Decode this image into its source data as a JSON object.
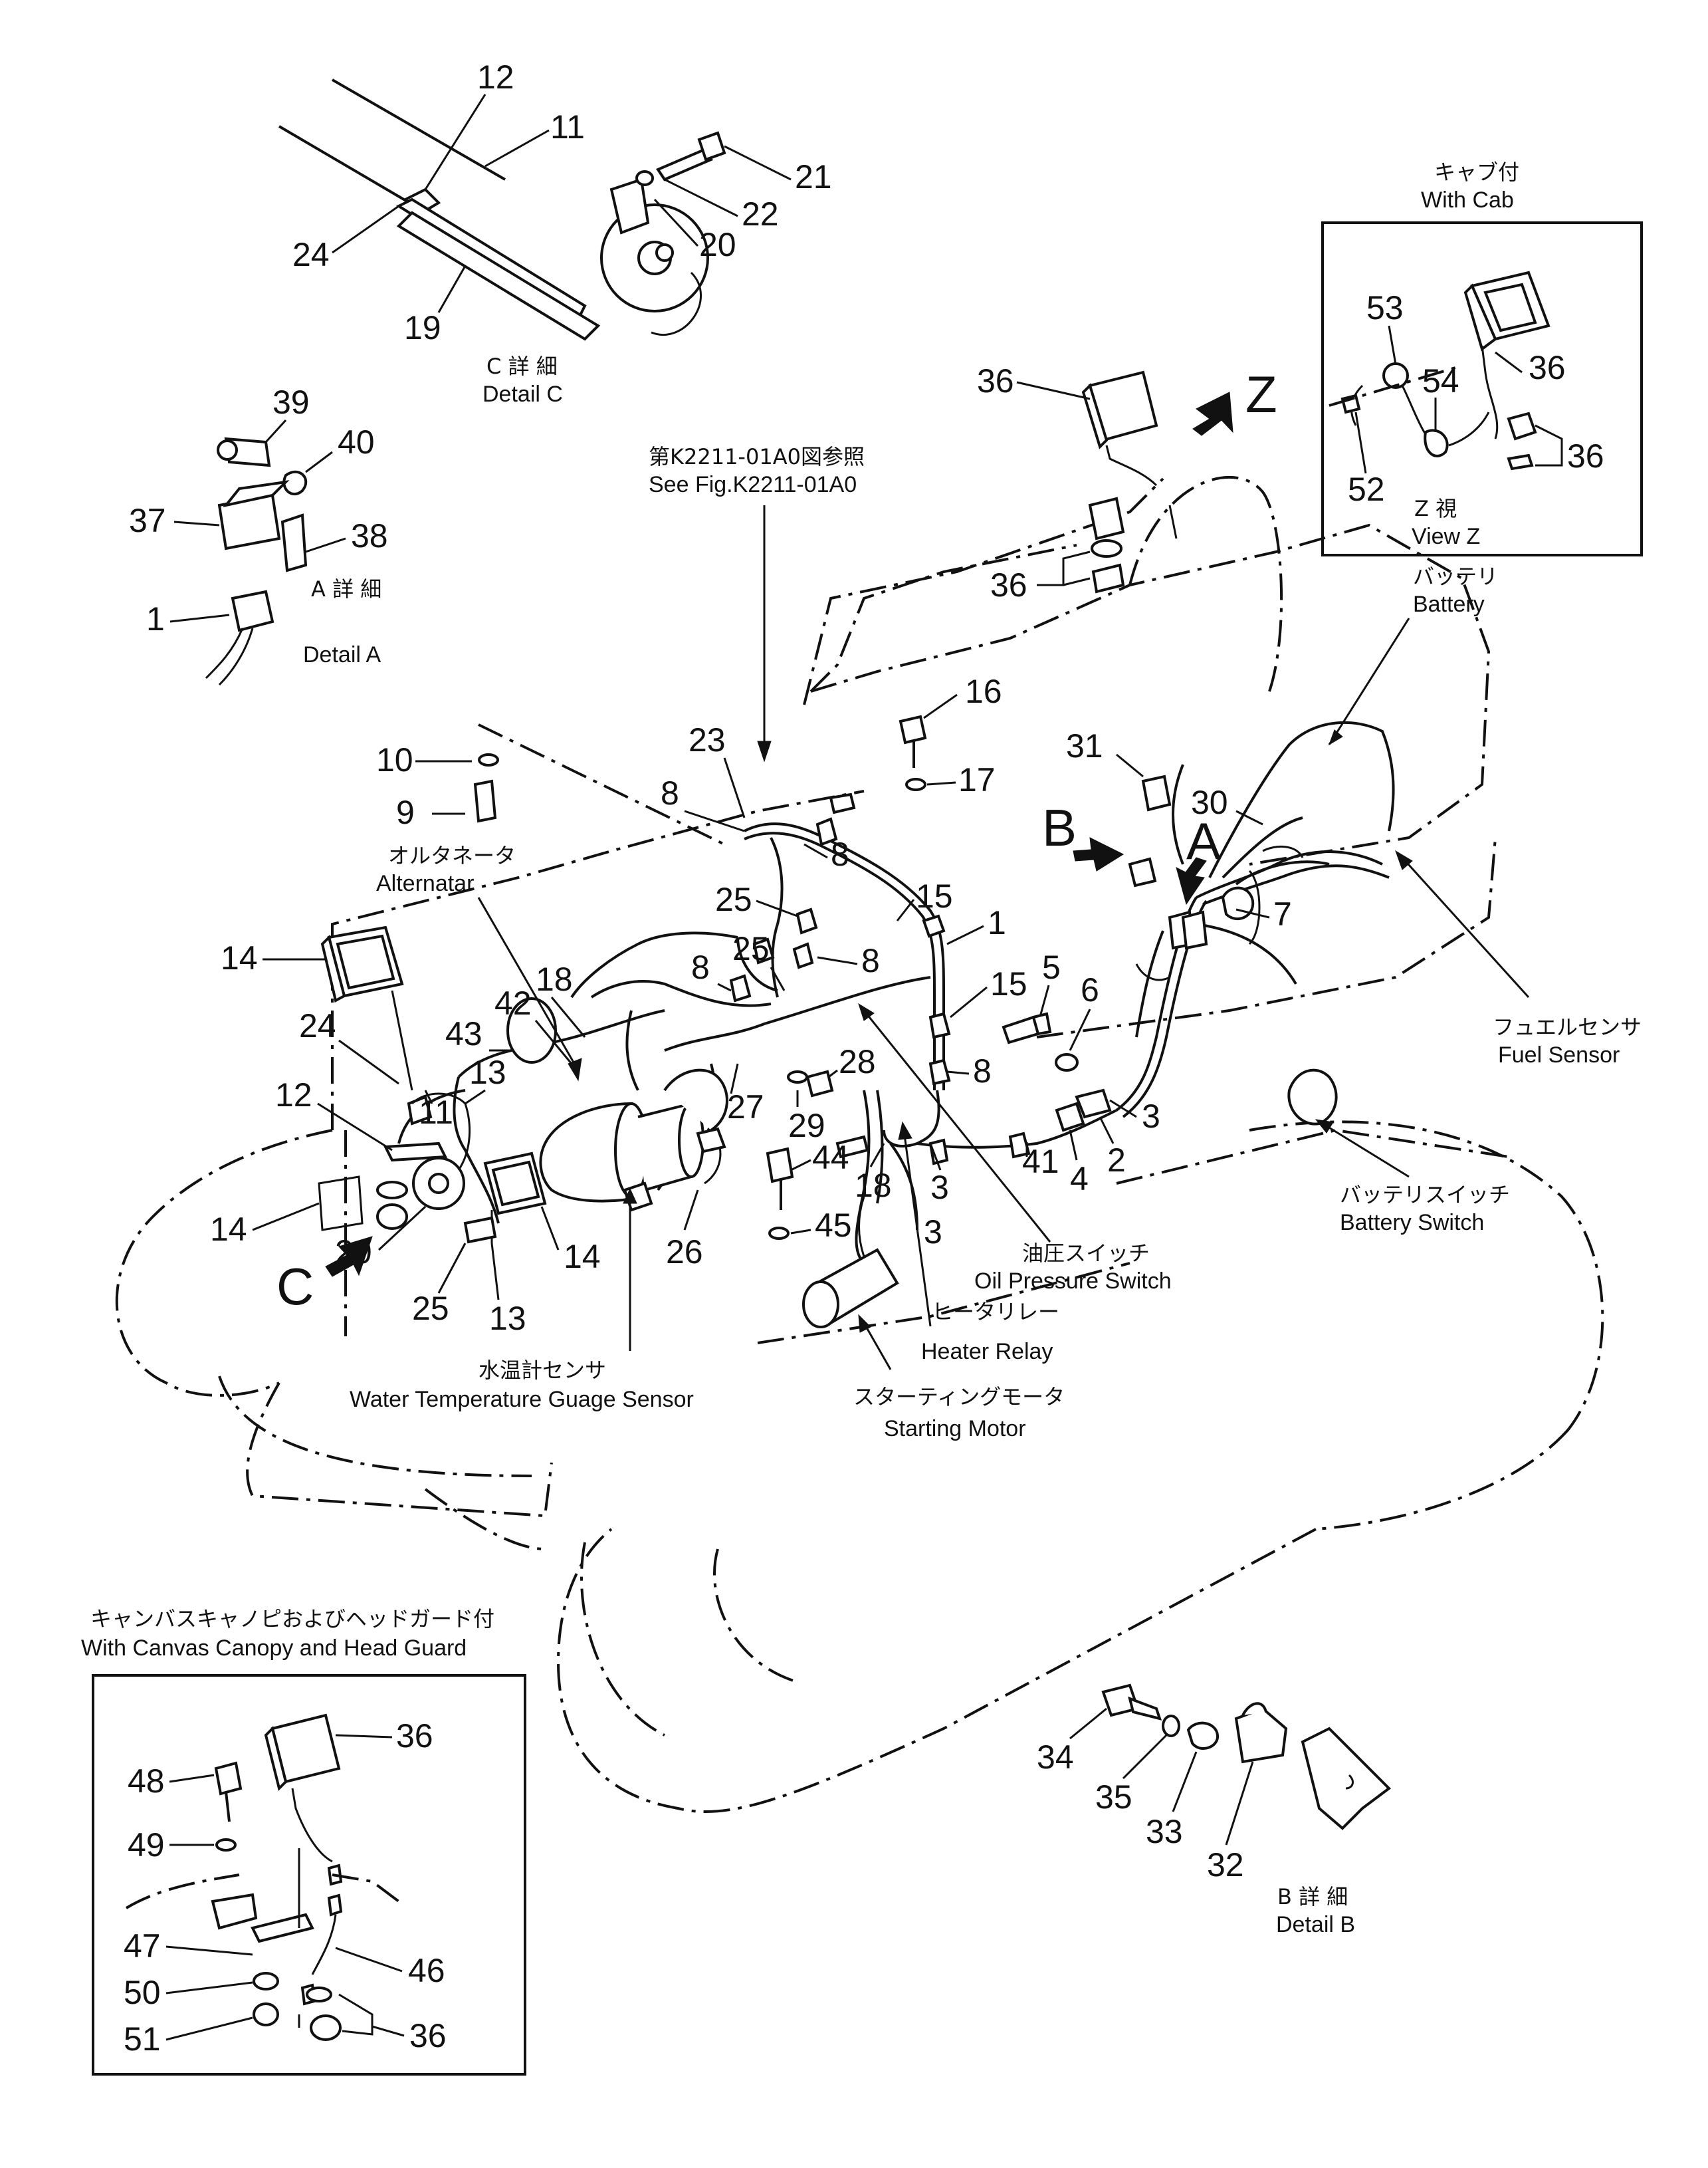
{
  "labels": {
    "c_detail_jp": "C 詳 細",
    "c_detail_en": "Detail C",
    "a_detail_jp": "A 詳 細",
    "a_detail_en": "Detail A",
    "b_detail_jp": "B 詳 細",
    "b_detail_en": "Detail B",
    "with_cab_jp": "キャブ付",
    "with_cab_en": "With Cab",
    "view_z_jp": "Z 視",
    "view_z_en": "View Z",
    "see_fig_jp": "第K2211-01A0図参照",
    "see_fig_en": "See Fig.K2211-01A0",
    "battery_jp": "バッテリ",
    "battery_en": "Battery",
    "alternator_jp": "オルタネータ",
    "alternator_en": "Alternatar",
    "fuel_sensor_jp": "フュエルセンサ",
    "fuel_sensor_en": "Fuel Sensor",
    "battery_switch_jp": "バッテリスイッチ",
    "battery_switch_en": "Battery Switch",
    "oil_pressure_jp": "油圧スイッチ",
    "oil_pressure_en": "Oil Pressure Switch",
    "heater_relay_jp": "ヒータリレー",
    "heater_relay_en": "Heater Relay",
    "starting_motor_jp": "スターティングモータ",
    "starting_motor_en": "Starting Motor",
    "water_temp_jp": "水温計センサ",
    "water_temp_en": "Water Temperature Guage Sensor",
    "canopy_jp": "キャンバスキャノピおよびヘッドガード付",
    "canopy_en": "With Canvas Canopy and Head Guard"
  },
  "arrows": {
    "a": "A",
    "b": "B",
    "c": "C",
    "z": "Z"
  },
  "part_numbers": {
    "detail_c": [
      "12",
      "11",
      "21",
      "22",
      "20",
      "24",
      "19"
    ],
    "detail_a": [
      "39",
      "40",
      "37",
      "38",
      "1"
    ],
    "view_z": [
      "53",
      "54",
      "36",
      "36",
      "52"
    ],
    "main": [
      "36",
      "36",
      "16",
      "17",
      "23",
      "8",
      "8",
      "10",
      "9",
      "31",
      "30",
      "25",
      "15",
      "1",
      "7",
      "14",
      "25",
      "8",
      "8",
      "42",
      "18",
      "15",
      "5",
      "6",
      "24",
      "43",
      "13",
      "28",
      "8",
      "11",
      "12",
      "27",
      "29",
      "44",
      "3",
      "18",
      "41",
      "4",
      "2",
      "14",
      "20",
      "14",
      "25",
      "13",
      "3",
      "26",
      "45"
    ],
    "detail_b": [
      "34",
      "35",
      "33",
      "32"
    ],
    "canopy": [
      "36",
      "48",
      "49",
      "47",
      "46",
      "50",
      "51",
      "36"
    ]
  }
}
